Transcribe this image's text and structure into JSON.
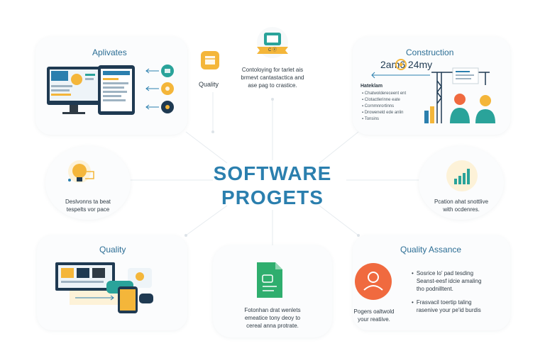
{
  "center": {
    "line1": "SOFTWARE",
    "line2": "PROGETS"
  },
  "nodes": {
    "top_left": {
      "title": "Aplivates"
    },
    "top_quality": {
      "title": "Quality",
      "ribbon": "C ⓔ ",
      "desc": "Contoloying for tarlet ais\nbrmevt cantastactica and\nase pag to crastice."
    },
    "top_right": {
      "title": "Construction",
      "formula": "2am6 24my",
      "list_header": "Hateklam",
      "list_items": [
        "Chatwoldereceent ent",
        "Clotactlerinne eate",
        "Cornmnrortinns",
        "Droweneld ede anlin",
        "Tonsins"
      ]
    },
    "mid_left": {
      "desc": "Deslvonns ta beat\ntespelts vor pace"
    },
    "mid_right": {
      "desc": "Pcation ahat snottlive\nwith ocdenres."
    },
    "bottom_left": {
      "title": "Quality"
    },
    "bottom_doc": {
      "desc": "Fotonhan drat wenlets\nemeatice tony deoy to\ncereal anna protrate."
    },
    "bottom_right": {
      "title": "Quality Assance",
      "person_desc": "Pogers oaltwold\nyour reatiive.",
      "bullets": [
        "Sosrice lo' pad tesding\nSeanst-eesf idcie amaling\ntho podnilltent.",
        "Frasvacil toertip taling\nrasenive your pe'id burdis"
      ]
    }
  },
  "colors": {
    "accent_blue": "#2b7fae",
    "title_blue": "#2c6e95",
    "yellow": "#f4b63a",
    "teal": "#2aa39a",
    "orange": "#f06a3f",
    "navy": "#1f3a52",
    "green": "#2fae6e"
  }
}
